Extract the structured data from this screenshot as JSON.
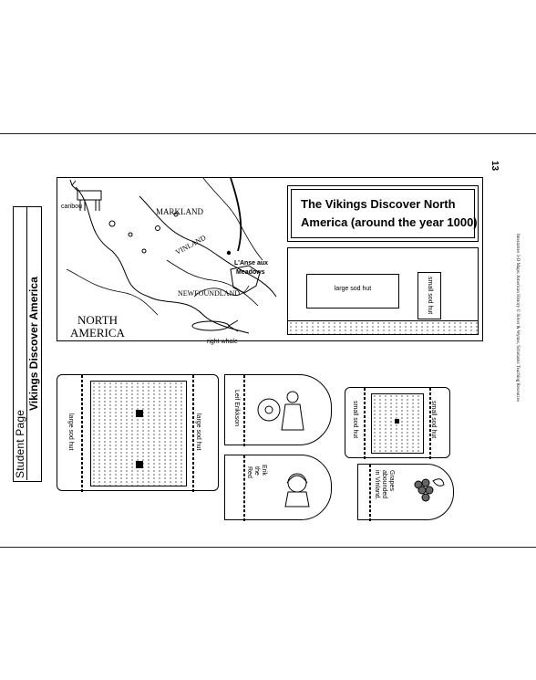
{
  "sidebar": {
    "student_page": "Student Page",
    "title": "Vikings Discover America"
  },
  "page_number": "13",
  "credit": "Interactive 3-D Maps: American History © Silver & Wynne, Scholastic Teaching Resources",
  "map": {
    "labels": {
      "caribou": "caribou",
      "markland": "MARKLAND",
      "vinland": "VINLAND",
      "newfoundland": "NEWFOUNDLAND",
      "lanse_line1": "L'Anse aux",
      "lanse_line2": "Meadows",
      "north": "NORTH",
      "america": "AMERICA",
      "right_whale": "right whale"
    }
  },
  "title_box": {
    "line1": "The Vikings Discover North",
    "line2": "America (around the year 1000)"
  },
  "scene": {
    "large_hut": "large sod hut",
    "small_hut": "small sod hut"
  },
  "cutouts": {
    "large_hut_a": "large sod hut",
    "large_hut_b": "large sod hut",
    "leif": "Leif Erikkson",
    "erik_line1": "Erik",
    "erik_line2": "the",
    "erik_line3": "Red",
    "small_hut_a": "small sod hut",
    "small_hut_b": "small sod hut",
    "grapes_line1": "Grapes",
    "grapes_line2": "abounded",
    "grapes_line3": "in Vinland."
  }
}
